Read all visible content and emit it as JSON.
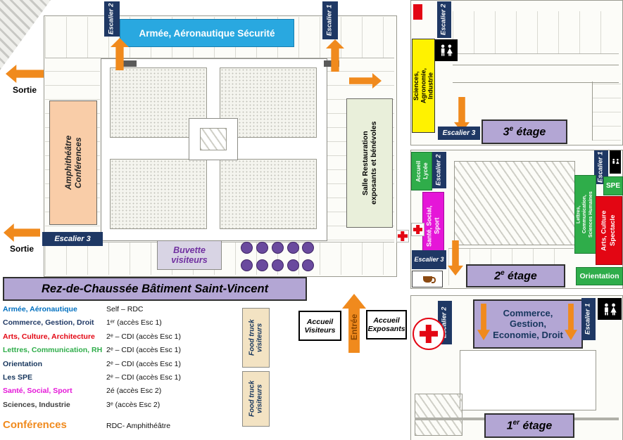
{
  "colors": {
    "navy": "#1F3864",
    "orange": "#F08A1D",
    "banner_purple": "#B3A6D4",
    "banner_blue": "#29A8E0",
    "yellow": "#FFF200",
    "green": "#2FAD4A",
    "magenta": "#E516D8",
    "red": "#E30613",
    "peach": "#F9CDA8",
    "light_green": "#E9EFDA",
    "lavender_gray": "#D8D4E4",
    "purple_text": "#7030A0",
    "tan": "#F3E3C3",
    "entree_text": "#8A4500",
    "dot_purple": "#6A4A9E"
  },
  "icons": {
    "wc-icon": "man+woman restroom pictogram, white on black square",
    "first-aid-cross-icon": "red cross on white square",
    "croix-rouge-logo": "red cross inside white circle (Croix-Rouge française)",
    "coffee-cup-icon": "brown coffee cup on white tile",
    "arrow-icon": "solid orange directional arrow",
    "table-dot-icon": "purple filled circle (visitor tables)"
  },
  "rdc": {
    "title": "Rez-de-Chaussée Bâtiment Saint-Vincent",
    "armee_banner": "Armée, Aéronautique Sécurité",
    "escalier1": "Escalier 1",
    "escalier2": "Escalier 2",
    "escalier3": "Escalier 3",
    "sortie_top": "Sortie",
    "sortie_bottom": "Sortie",
    "amphitheatre": "Amphithéâtre\nConférences",
    "restauration": "Salle Restauration\nexposants et bénévoles",
    "buvette": "Buvette\nvisiteurs"
  },
  "legend": {
    "rows": [
      {
        "label": "Armée, Aéronautique",
        "value": "Self – RDC",
        "color": "#0070C0"
      },
      {
        "label": "Commerce, Gestion, Droit",
        "value": "1ᵉʳ (accès Esc 1)",
        "color": "#1F3864"
      },
      {
        "label": "Arts, Culture, Architecture",
        "value": "2ᵉ – CDI (accès Esc 1)",
        "color": "#E30613"
      },
      {
        "label": "Lettres, Communication, RH",
        "value": "2ᵉ – CDI (accès Esc 1)",
        "color": "#2FAD4A"
      },
      {
        "label": "Orientation",
        "value": "2ᵉ – CDI (accès Esc 1)",
        "color": "#17365D"
      },
      {
        "label": "Les SPE",
        "value": "2ᵉ – CDI (accès Esc 1)",
        "color": "#17365D"
      },
      {
        "label": "Santé, Social, Sport",
        "value": "2é (accès Esc 2)",
        "color": "#E516D8"
      },
      {
        "label": "Sciences, Industrie",
        "value": "3ᵉ (accès Esc 2)",
        "color": "#3F3F3F"
      },
      {
        "label": "Conférences",
        "value": "RDC- Amphithéâtre",
        "color": "#F08A1D"
      }
    ]
  },
  "entrance": {
    "food_truck": "Food truck\nvisiteurs",
    "accueil_visiteurs": "Accueil\nVisiteurs",
    "entree": "Entrée",
    "accueil_exposants": "Accueil\nExposants"
  },
  "floor3": {
    "title": {
      "num": "3",
      "sup": "e",
      "rest": " étage"
    },
    "sciences": "Sciences,\nAgronomie,\nIndustrie",
    "escalier2": "Escalier 2",
    "escalier3": "Escalier 3"
  },
  "floor2": {
    "title": {
      "num": "2",
      "sup": "e",
      "rest": " étage"
    },
    "accueil_lycee": "Accueil\nLycée",
    "escalier1": "Escalier 1",
    "escalier2": "Escalier 2",
    "escalier3": "Escalier 3",
    "spe": "SPE",
    "sante": "Santé, Social,\nSport",
    "lettres": "Lettres,\nCommunication,\nSciences Humaines",
    "arts": "Arts, Culture\nSpectacle",
    "orientation": "Orientation"
  },
  "floor1": {
    "title": {
      "num": "1",
      "sup": "er",
      "rest": " étage"
    },
    "commerce": "Commerce,\nGestion,\nEconomie, Droit",
    "escalier1": "Escalier 1",
    "escalier2": "Escalier 2"
  }
}
